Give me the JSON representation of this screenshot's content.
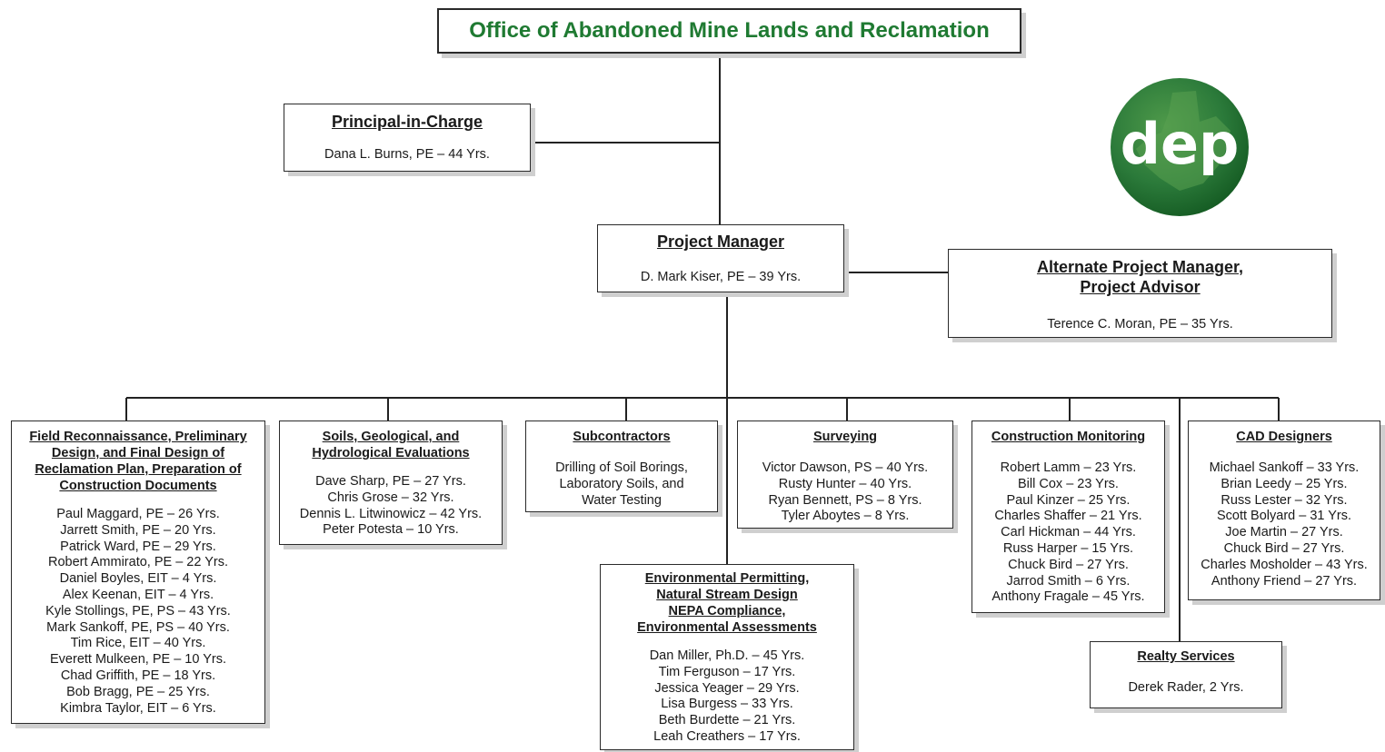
{
  "title": "Office of Abandoned Mine Lands and Reclamation",
  "principal": {
    "heading": [
      "Principal-in-Charge"
    ],
    "people": [
      "Dana L. Burns, PE – 44 Yrs."
    ]
  },
  "project_manager": {
    "heading": [
      "Project Manager"
    ],
    "people": [
      "D. Mark Kiser, PE – 39 Yrs."
    ]
  },
  "alternate": {
    "heading": [
      "Alternate Project Manager,",
      "Project Advisor"
    ],
    "people": [
      "Terence C. Moran, PE – 35 Yrs."
    ]
  },
  "logo": {
    "text": "dep",
    "color": "#2b7a3a"
  },
  "teams": [
    {
      "heading": [
        "Field Reconnaissance, Preliminary",
        "Design, and Final Design of",
        "Reclamation Plan, Preparation of",
        "Construction Documents"
      ],
      "people": [
        "Paul Maggard, PE – 26 Yrs.",
        "Jarrett Smith, PE – 20 Yrs.",
        "Patrick Ward, PE – 29 Yrs.",
        "Robert Ammirato, PE – 22 Yrs.",
        "Daniel Boyles, EIT – 4 Yrs.",
        "Alex Keenan, EIT – 4 Yrs.",
        "Kyle Stollings, PE, PS – 43 Yrs.",
        "Mark Sankoff, PE, PS – 40 Yrs.",
        "Tim Rice, EIT – 40 Yrs.",
        "Everett Mulkeen, PE – 10 Yrs.",
        "Chad Griffith, PE – 18 Yrs.",
        "Bob Bragg, PE – 25 Yrs.",
        "Kimbra Taylor, EIT – 6 Yrs."
      ]
    },
    {
      "heading": [
        "Soils, Geological, and",
        "Hydrological Evaluations"
      ],
      "people": [
        "Dave Sharp, PE – 27 Yrs.",
        "Chris Grose – 32 Yrs.",
        "Dennis L. Litwinowicz – 42 Yrs.",
        "Peter Potesta – 10 Yrs."
      ]
    },
    {
      "heading": [
        "Subcontractors"
      ],
      "people": [
        "Drilling of Soil Borings,",
        "Laboratory Soils, and",
        "Water Testing"
      ]
    },
    {
      "heading": [
        "Environmental Permitting,",
        "Natural Stream Design",
        "NEPA Compliance,",
        "Environmental Assessments"
      ],
      "people": [
        "Dan Miller, Ph.D. – 45 Yrs.",
        "Tim Ferguson – 17 Yrs.",
        "Jessica Yeager – 29 Yrs.",
        "Lisa Burgess – 33 Yrs.",
        "Beth Burdette – 21 Yrs.",
        "Leah Creathers – 17 Yrs."
      ]
    },
    {
      "heading": [
        "Surveying"
      ],
      "people": [
        "Victor Dawson, PS – 40 Yrs.",
        "Rusty Hunter – 40 Yrs.",
        "Ryan Bennett, PS – 8 Yrs.",
        "Tyler Aboytes – 8 Yrs."
      ]
    },
    {
      "heading": [
        "Construction Monitoring"
      ],
      "people": [
        "Robert Lamm – 23 Yrs.",
        "Bill Cox – 23 Yrs.",
        "Paul Kinzer – 25 Yrs.",
        "Charles Shaffer – 21 Yrs.",
        "Carl Hickman – 44 Yrs.",
        "Russ Harper – 15 Yrs.",
        "Chuck Bird – 27 Yrs.",
        "Jarrod Smith – 6 Yrs.",
        "Anthony Fragale – 45 Yrs."
      ]
    },
    {
      "heading": [
        "CAD Designers"
      ],
      "people": [
        "Michael Sankoff – 33 Yrs.",
        "Brian Leedy – 25 Yrs.",
        "Russ Lester – 32 Yrs.",
        "Scott Bolyard – 31 Yrs.",
        "Joe Martin – 27 Yrs.",
        "Chuck Bird – 27 Yrs.",
        "Charles Mosholder – 43 Yrs.",
        "Anthony Friend – 27 Yrs."
      ]
    },
    {
      "heading": [
        "Realty Services"
      ],
      "people": [
        "Derek Rader, 2 Yrs."
      ]
    }
  ]
}
